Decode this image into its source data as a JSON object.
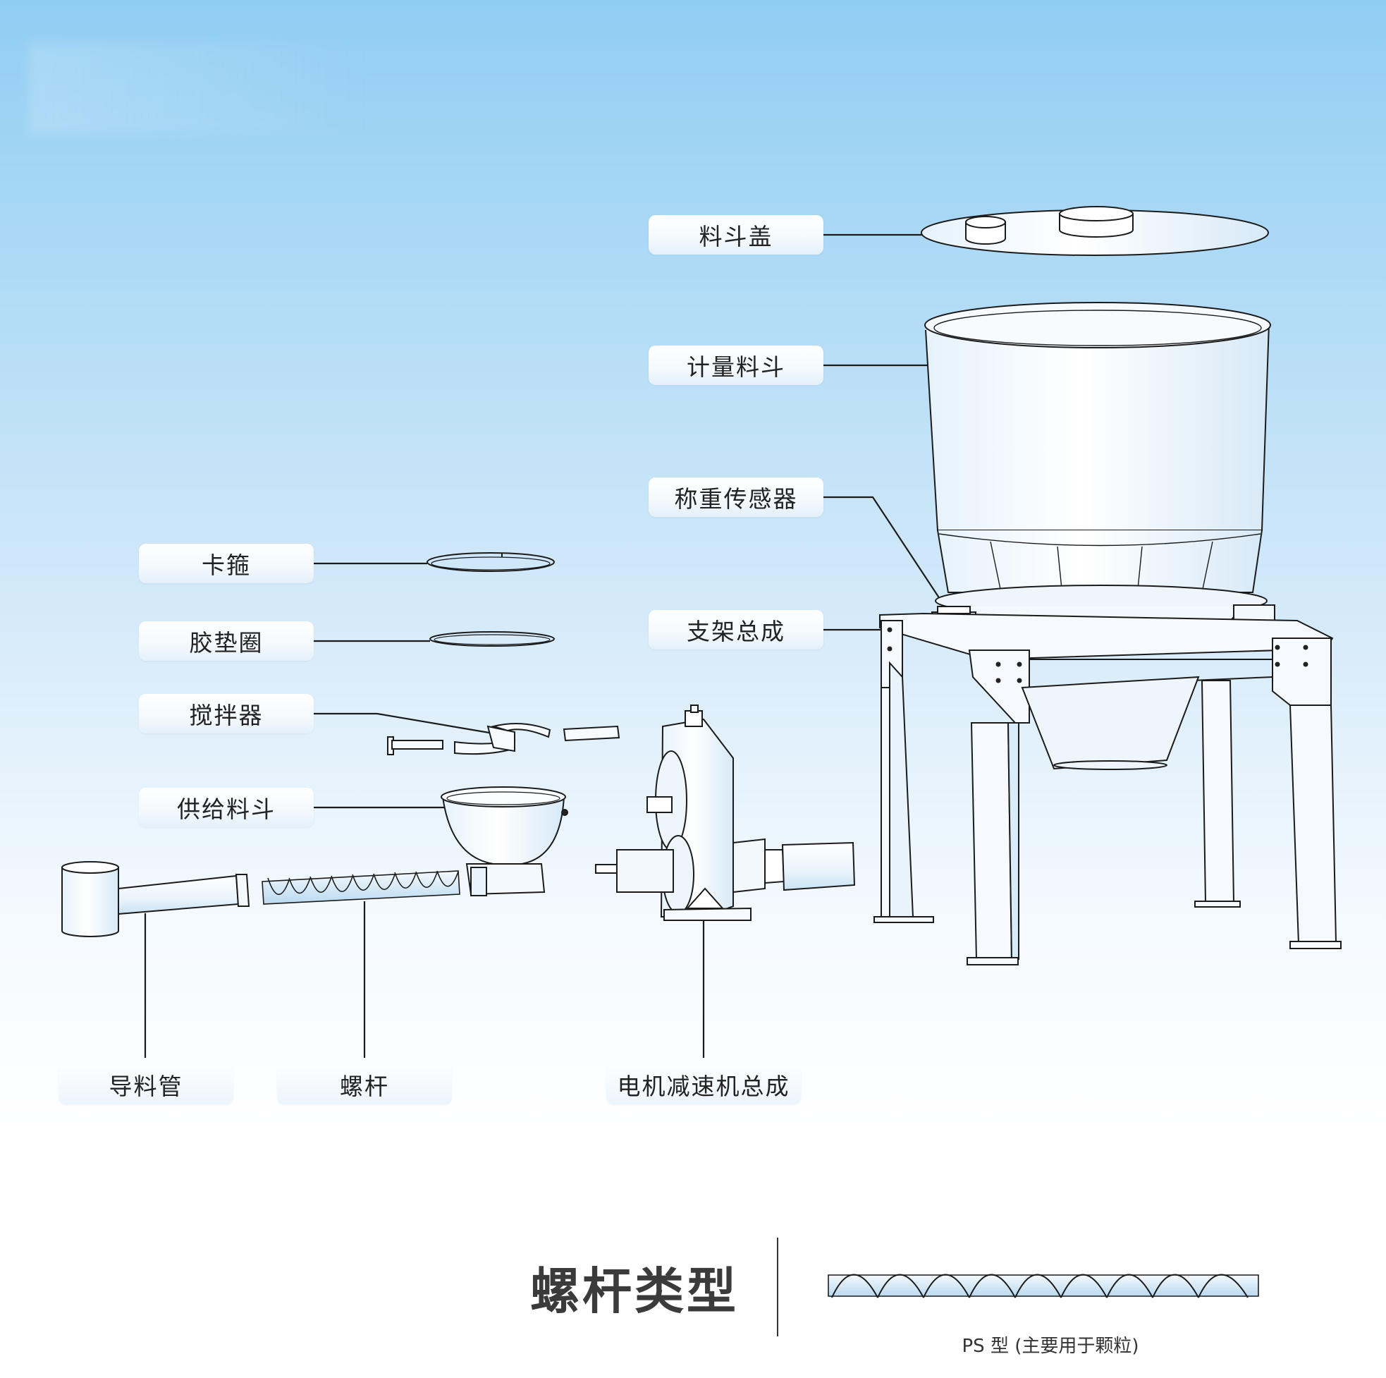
{
  "diagram": {
    "labels": {
      "hopper_lid": "料斗盖",
      "metering_hopper": "计量料斗",
      "load_cell": "称重传感器",
      "frame_assembly": "支架总成",
      "clamp": "卡箍",
      "gasket_ring": "胶垫圈",
      "agitator": "搅拌器",
      "feed_hopper": "供给料斗",
      "guide_tube": "导料管",
      "screw": "螺杆",
      "motor_reducer_assembly": "电机减速机总成"
    }
  },
  "screw_types": {
    "title": "螺杆类型",
    "ps_caption": "PS 型 (主要用于颗粒)"
  }
}
